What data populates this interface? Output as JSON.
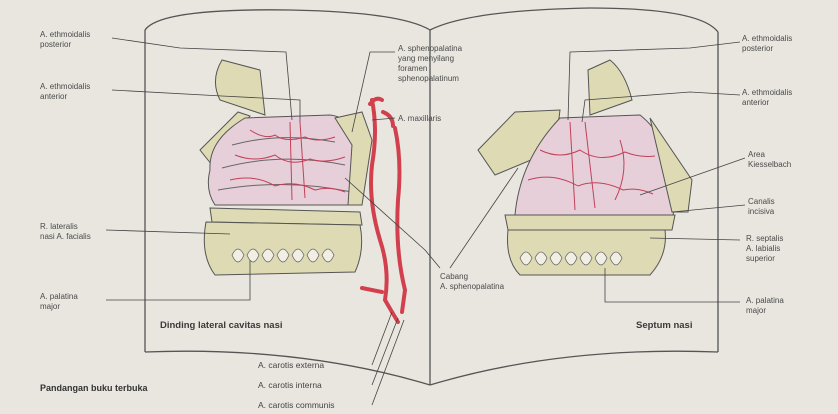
{
  "left_labels": {
    "ethmoid_post": [
      "A. ethmoidalis",
      "posterior"
    ],
    "ethmoid_ant": [
      "A. ethmoidalis",
      "anterior"
    ],
    "lateralis": [
      "R. lateralis",
      "nasi A. facialis"
    ],
    "palatina": [
      "A. palatina",
      "major"
    ]
  },
  "center_labels": {
    "spheno": [
      "A. sphenopalatina",
      "yang menyilang",
      "foramen",
      "sphenopalatinum"
    ],
    "maxillaris": "A. maxillaris",
    "cabang": [
      "Cabang",
      "A. sphenopalatina"
    ]
  },
  "right_labels": {
    "ethmoid_post": [
      "A. ethmoidalis",
      "posterior"
    ],
    "ethmoid_ant": [
      "A. ethmoidalis",
      "anterior"
    ],
    "kiesselbach": [
      "Area",
      "Kiesselbach"
    ],
    "incisiva": [
      "Canalis",
      "incisiva"
    ],
    "septalis": [
      "R. septalis",
      "A. labialis",
      "superior"
    ],
    "palatina": [
      "A. palatina",
      "major"
    ]
  },
  "captions": {
    "left": "Dinding lateral cavitas nasi",
    "right": "Septum nasi",
    "view": "Pandangan buku terbuka"
  },
  "arteries": {
    "externa": "A. carotis externa",
    "interna": "A. carotis interna",
    "communis": "A. carotis communis"
  },
  "colors": {
    "page": "#e9e6e0",
    "bone": "#dedbb4",
    "mucosa": "#e6cfd9",
    "artery": "#d2404e",
    "line": "#3d3d3d"
  }
}
